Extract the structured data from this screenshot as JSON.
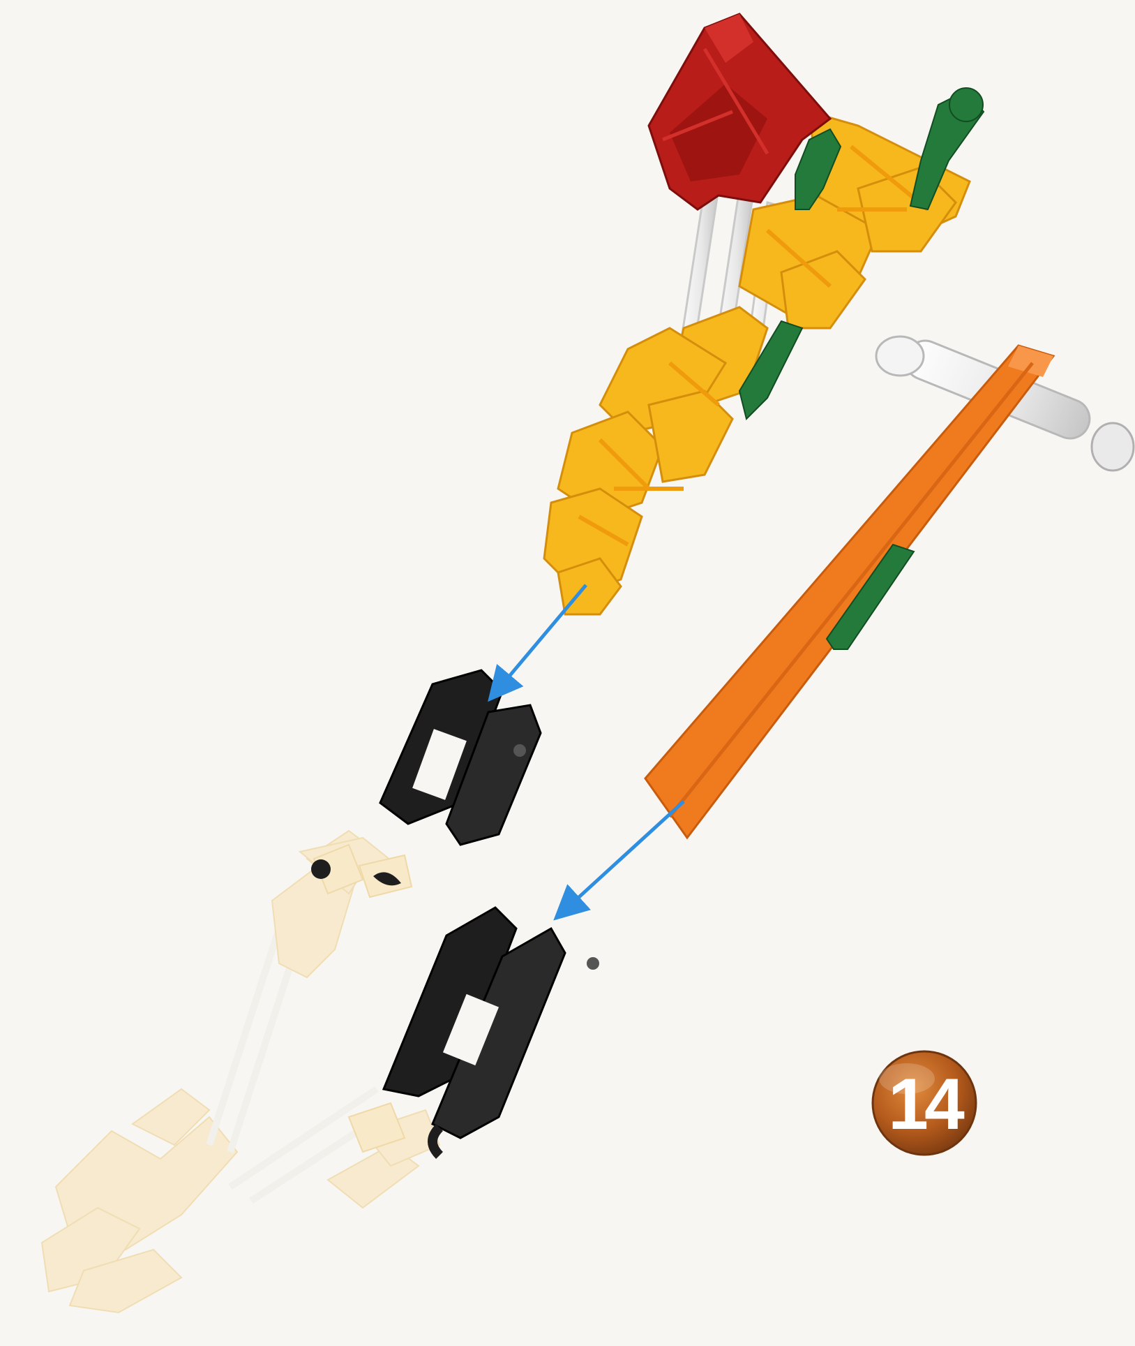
{
  "step": {
    "number": "14"
  },
  "colors": {
    "background": "#f7f6f3",
    "rod_red": "#b81d1a",
    "connector_yellow": "#f6b81c",
    "rod_orange": "#f07a1e",
    "connector_green": "#237a3a",
    "rod_white": "#e6e6e6",
    "clip_black": "#1e1e1e",
    "faded_parts": "#f8e9c8",
    "arrow_blue": "#2f8ee0",
    "badge_orange": "#b45a1c"
  },
  "parts": [
    {
      "name": "red-connector",
      "color": "red"
    },
    {
      "name": "yellow-connector-stack",
      "color": "yellow"
    },
    {
      "name": "orange-rod",
      "color": "orange"
    },
    {
      "name": "green-connectors",
      "color": "green"
    },
    {
      "name": "white-rods",
      "color": "white"
    },
    {
      "name": "black-clips",
      "color": "black"
    }
  ]
}
